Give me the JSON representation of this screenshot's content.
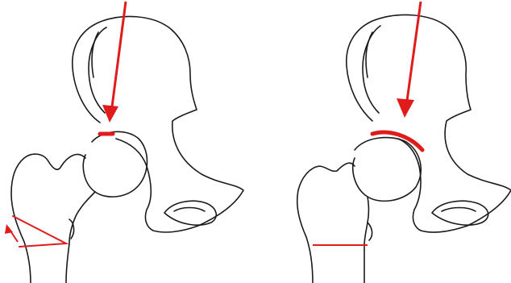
{
  "diagram": {
    "panels": [
      {
        "id": "left",
        "contact_arc": "narrow",
        "femoral_neck_line": "oblique"
      },
      {
        "id": "right",
        "contact_arc": "wide",
        "femoral_neck_line": "horizontal"
      }
    ],
    "colors": {
      "outline": "#1a1a1a",
      "accent": "#e01b1b",
      "background": "#ffffff"
    }
  }
}
